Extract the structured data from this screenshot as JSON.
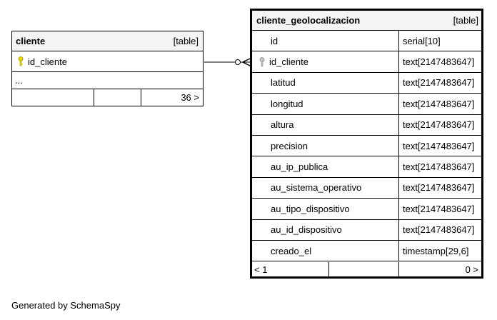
{
  "cliente": {
    "name": "cliente",
    "type_label": "[table]",
    "column": "id_cliente",
    "ellipsis": "...",
    "footer_count": "36 >"
  },
  "geo": {
    "name": "cliente_geolocalizacion",
    "type_label": "[table]",
    "columns": [
      {
        "name": "id",
        "type": "serial[10]"
      },
      {
        "name": "id_cliente",
        "type": "text[2147483647]"
      },
      {
        "name": "latitud",
        "type": "text[2147483647]"
      },
      {
        "name": "longitud",
        "type": "text[2147483647]"
      },
      {
        "name": "altura",
        "type": "text[2147483647]"
      },
      {
        "name": "precision",
        "type": "text[2147483647]"
      },
      {
        "name": "au_ip_publica",
        "type": "text[2147483647]"
      },
      {
        "name": "au_sistema_operativo",
        "type": "text[2147483647]"
      },
      {
        "name": "au_tipo_dispositivo",
        "type": "text[2147483647]"
      },
      {
        "name": "au_id_dispositivo",
        "type": "text[2147483647]"
      },
      {
        "name": "creado_el",
        "type": "timestamp[29,6]"
      }
    ],
    "footer_left": "< 1",
    "footer_right": "0 >"
  },
  "footer": "Generated by SchemaSpy",
  "colors": {
    "key_primary": "#e8d800",
    "key_foreign": "#b0b0b0",
    "border": "#000000",
    "header_bg": "#f4f4f4"
  }
}
